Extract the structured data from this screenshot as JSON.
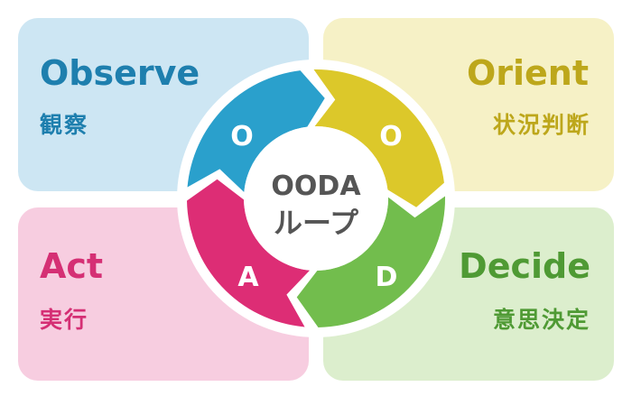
{
  "quadrants": {
    "observe": {
      "title": "Observe",
      "subtitle": "観察",
      "color": "#1e7fae",
      "bg": "#cde6f3"
    },
    "orient": {
      "title": "Orient",
      "subtitle": "状況判断",
      "color": "#bda71b",
      "bg": "#f6f1c6"
    },
    "act": {
      "title": "Act",
      "subtitle": "実行",
      "color": "#d52f74",
      "bg": "#f7cde0"
    },
    "decide": {
      "title": "Decide",
      "subtitle": "意思決定",
      "color": "#4f9a34",
      "bg": "#dceecd"
    }
  },
  "cycle": {
    "center_line1": "OODA",
    "center_line2": "ループ",
    "segments": [
      {
        "letter": "O",
        "color": "#2aa0cc"
      },
      {
        "letter": "O",
        "color": "#dcc82a"
      },
      {
        "letter": "D",
        "color": "#72bd4d"
      },
      {
        "letter": "A",
        "color": "#dd2d75"
      }
    ]
  }
}
